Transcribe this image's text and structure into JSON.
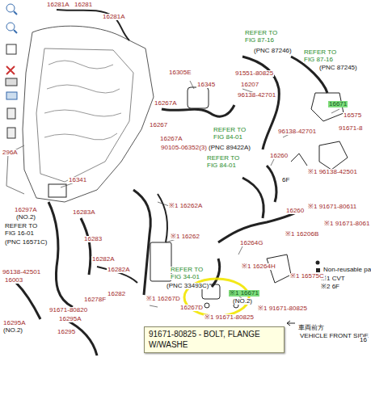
{
  "diagram": {
    "nodes": [
      {
        "text": [
          "91671-80825 - BOLT, FLANGE W/WASHE"
        ]
      }
    ],
    "labels": [
      "16281A",
      "16281",
      "16281A",
      "REFER TO",
      "FIG 87-16",
      "(PNC 87246)",
      "REFER TO",
      "FIG 87-16",
      "(PNC 87245)",
      "16305E",
      "16345",
      "91551-80825",
      "16207",
      "96138-42701",
      "16671",
      "16575",
      "16267A",
      "16267",
      "16267A",
      "90105-06352(3)",
      "REFER TO",
      "FIG 84-01",
      "(PNC 89422A)",
      "REFER TO",
      "FIG 84-01",
      "96138-42701",
      "91671-8",
      "16260",
      "※1 96138-42501",
      "6F",
      "16260",
      "※1 91671-80611",
      "※1 16206B",
      "※1 91671-8061",
      "Non-reusable pa",
      "※1 CVT",
      "※2 6F",
      "※1 16575C",
      "16264G",
      "※1 16264H",
      "※1 16671",
      "(NO.2)",
      "※1 91671-80825",
      "※1 91671-80825",
      "16267D",
      "※1 16267D",
      "※1 16262A",
      "※1 16262",
      "REFER TO",
      "FIG 34-01",
      "(PNC 33493C)",
      "16341",
      "16297A",
      "(NO.2)",
      "REFER TO",
      "FIG 16-01",
      "(PNC 16571C)",
      "16283A",
      "16283",
      "16282A",
      "16282A",
      "16282",
      "16278F",
      "96138-42501",
      "16003",
      "91671-80820",
      "16295A",
      "16295",
      "16295A",
      "(NO.2)",
      "296A",
      "車両前方",
      "VEHICLE FRONT SIDE",
      "16"
    ]
  }
}
